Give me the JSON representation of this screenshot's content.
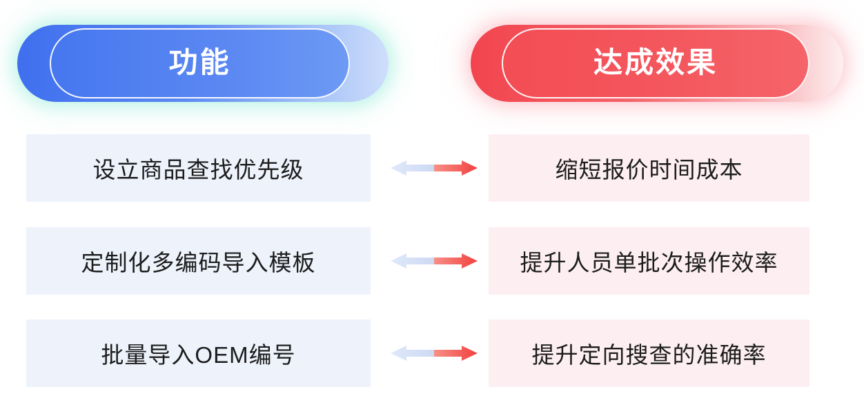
{
  "diagram": {
    "left_column": {
      "header": "功能",
      "accent_color": "#4c7cf0",
      "box_background": "#edf2fb"
    },
    "right_column": {
      "header": "达成效果",
      "accent_color": "#f4565e",
      "box_background": "#fdeff1"
    },
    "rows": [
      {
        "function": "设立商品查找优先级",
        "effect": "缩短报价时间成本"
      },
      {
        "function": "定制化多编码导入模板",
        "effect": "提升人员单批次操作效率"
      },
      {
        "function": "批量导入OEM编号",
        "effect": "提升定向搜查的准确率"
      }
    ],
    "arrow": {
      "left_color": "#d2def6",
      "right_color": "#f2403f"
    }
  }
}
